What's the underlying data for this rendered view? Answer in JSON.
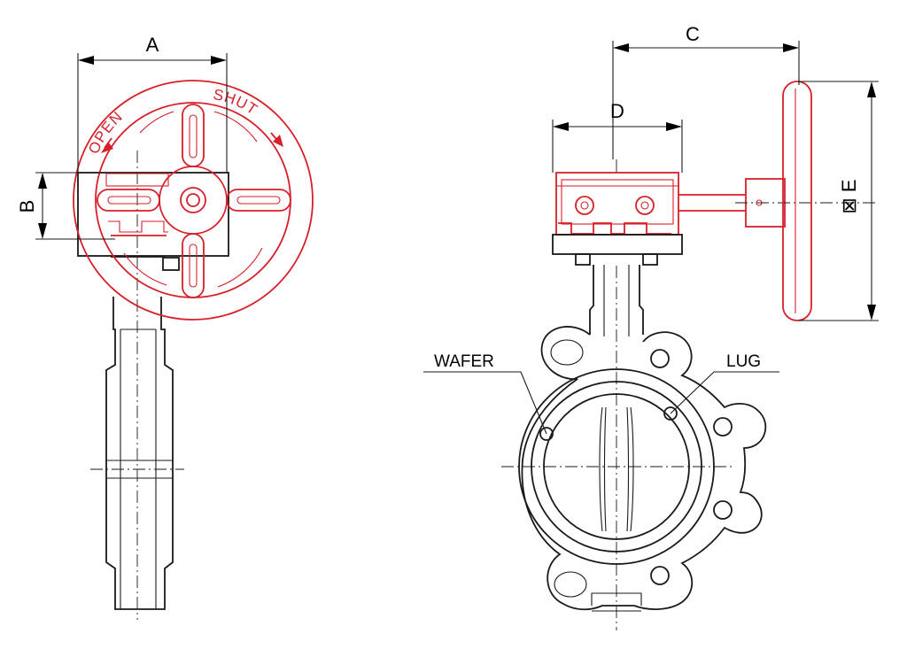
{
  "dimensions": {
    "a": "A",
    "b": "B",
    "c": "C",
    "d": "D",
    "e": "⊠ E"
  },
  "wheel": {
    "open": "OPEN",
    "shut": "SHUT"
  },
  "callouts": {
    "wafer": "WAFER",
    "lug": "LUG"
  },
  "colors": {
    "gear_operator": "#d6202a",
    "body_outline": "#1a1a1a"
  }
}
